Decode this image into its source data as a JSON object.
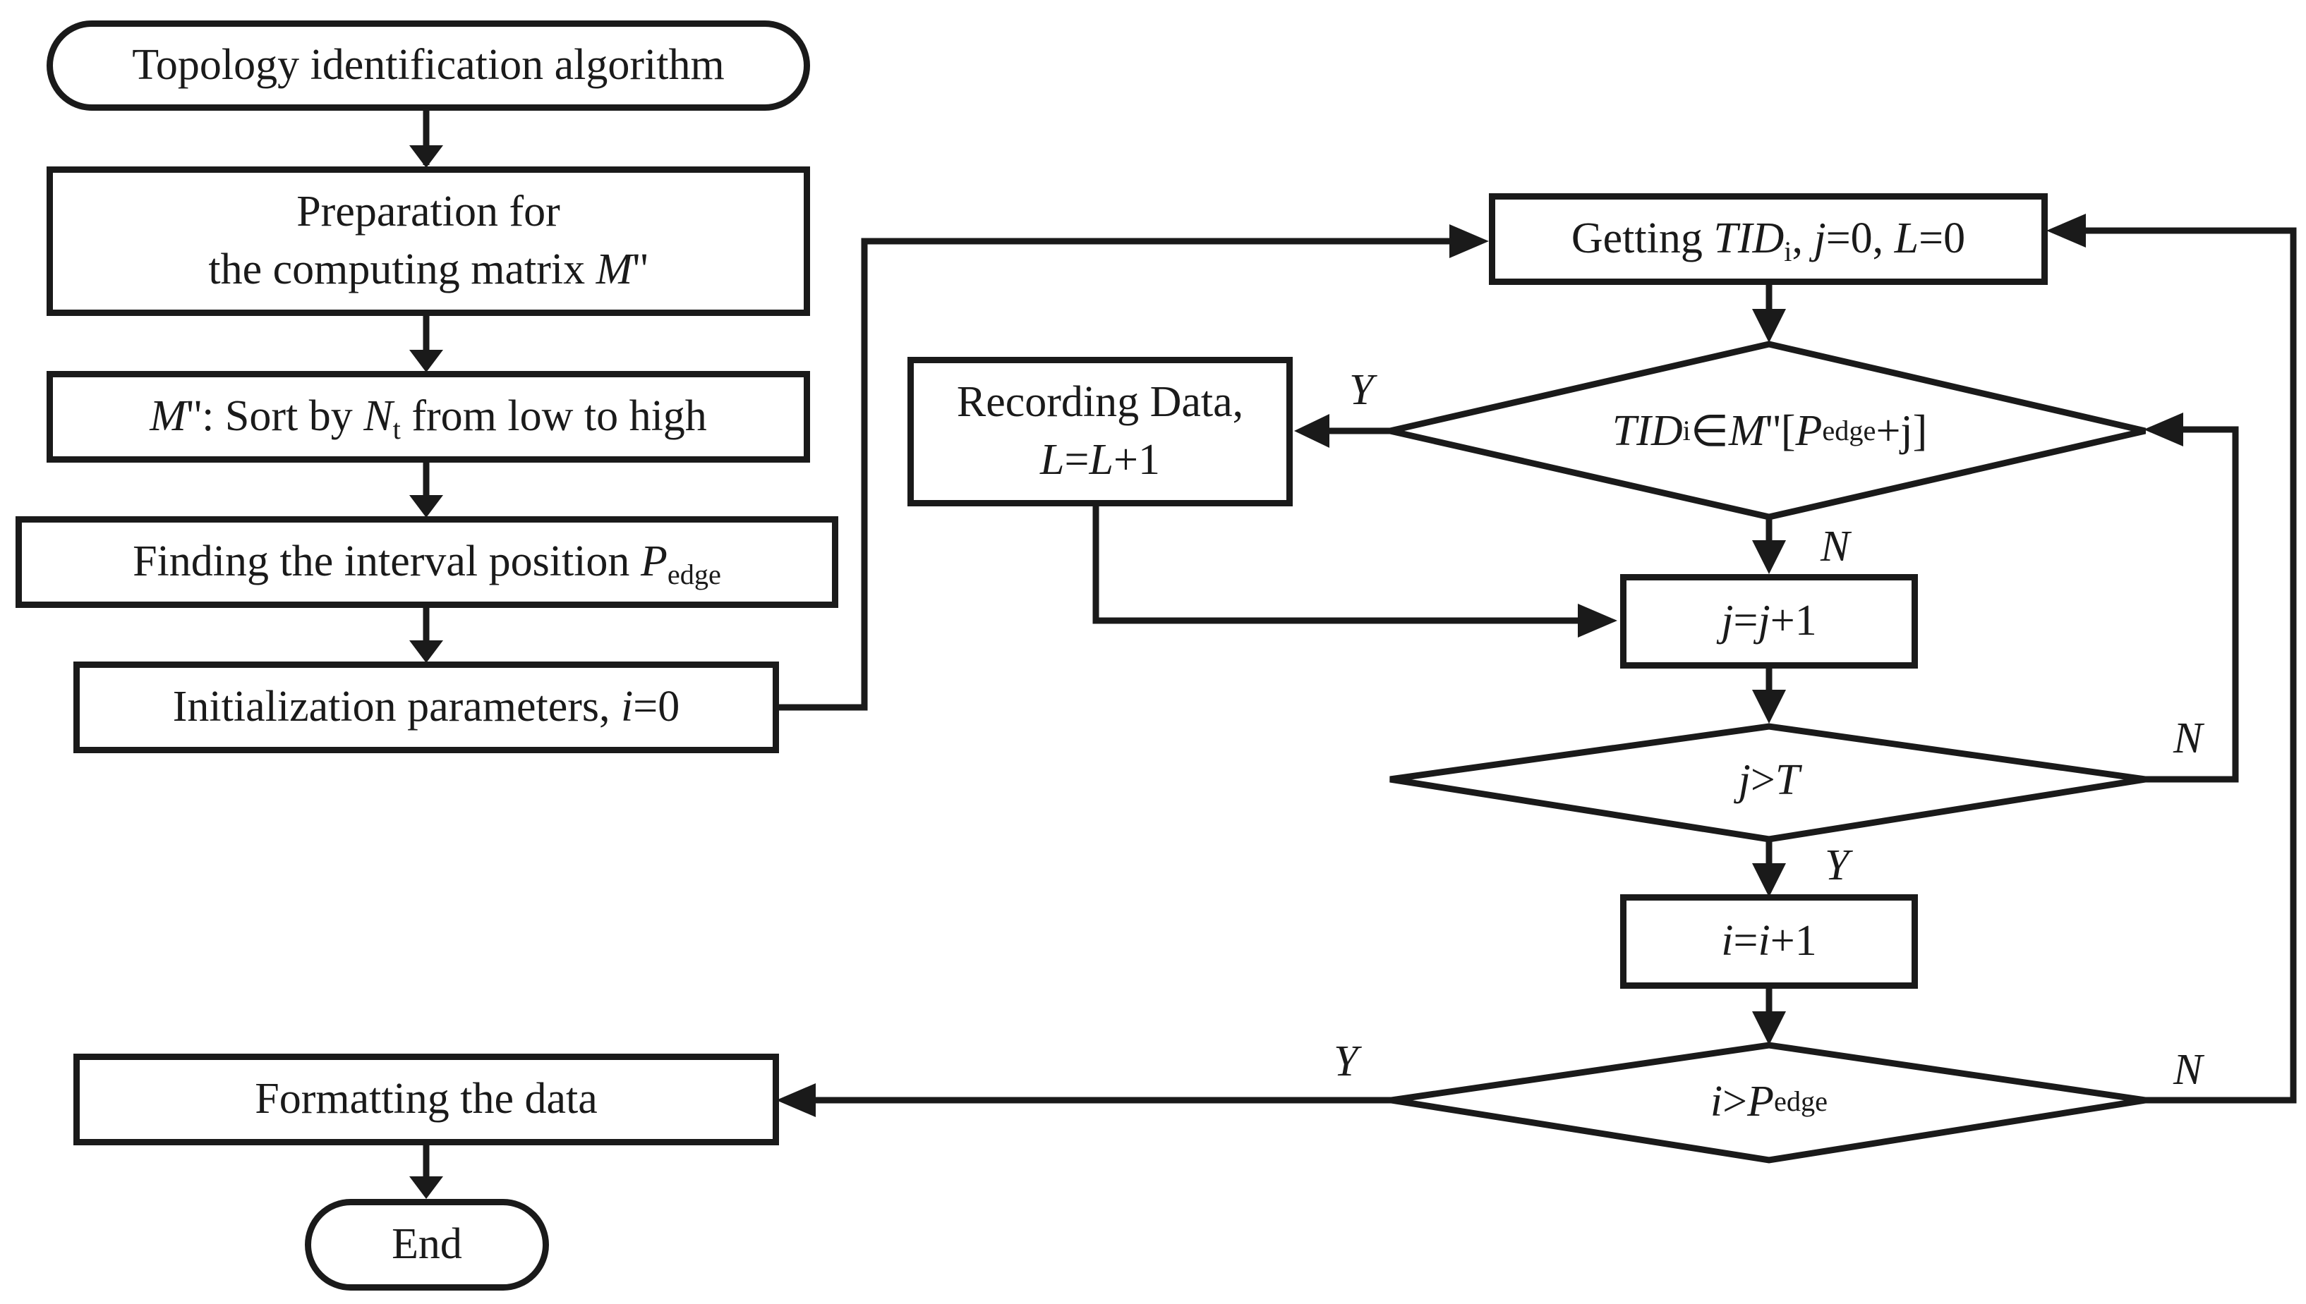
{
  "nodes": {
    "start": {
      "text": "Topology identification algorithm"
    },
    "prep": {
      "line1": "Preparation for",
      "line2_text": "the computing matrix ",
      "line2_var": "M",
      "line2_prime": "''"
    },
    "sort": {
      "var1": "M",
      "t1": "'': Sort by ",
      "var2": "N",
      "sub2": "t",
      "t3": " from low to high"
    },
    "find": {
      "text": "Finding the interval position ",
      "var": "P",
      "sub": "edge"
    },
    "init": {
      "text": "Initialization parameters, ",
      "var": "i",
      "tail": "=0"
    },
    "getting": {
      "t1": "Getting ",
      "v1": "TID",
      "s1": "i",
      "t2": ", ",
      "v2": "j",
      "t3": "=0, ",
      "v3": "L",
      "t4": "=0"
    },
    "record": {
      "line1": "Recording Data,",
      "v1": "L",
      "t1": "=",
      "v2": "L",
      "t2": "+1"
    },
    "cond1": {
      "v1": "TID",
      "s1": "i",
      "t1": " ∈ ",
      "v2": "M",
      "t2": "''[",
      "v3": "P",
      "s3": "edge",
      "t3": "+j]"
    },
    "incj": {
      "v1": "j",
      "t1": "=",
      "v2": "j",
      "t2": "+1"
    },
    "cond2": {
      "v1": "j",
      "t1": ">",
      "v2": "T"
    },
    "inci": {
      "v1": "i",
      "t1": "=",
      "v2": "i",
      "t2": "+1"
    },
    "cond3": {
      "v1": "i",
      "t1": ">",
      "v2": "P",
      "s2": "edge"
    },
    "format": {
      "text": "Formatting the data"
    },
    "end": {
      "text": "End"
    }
  },
  "edge_labels": {
    "cond1_yes": "Y",
    "cond1_no": "N",
    "cond2_no": "N",
    "cond2_yes": "Y",
    "cond3_yes": "Y",
    "cond3_no": "N"
  },
  "colors": {
    "stroke": "#1a1a1a",
    "background": "#ffffff"
  }
}
